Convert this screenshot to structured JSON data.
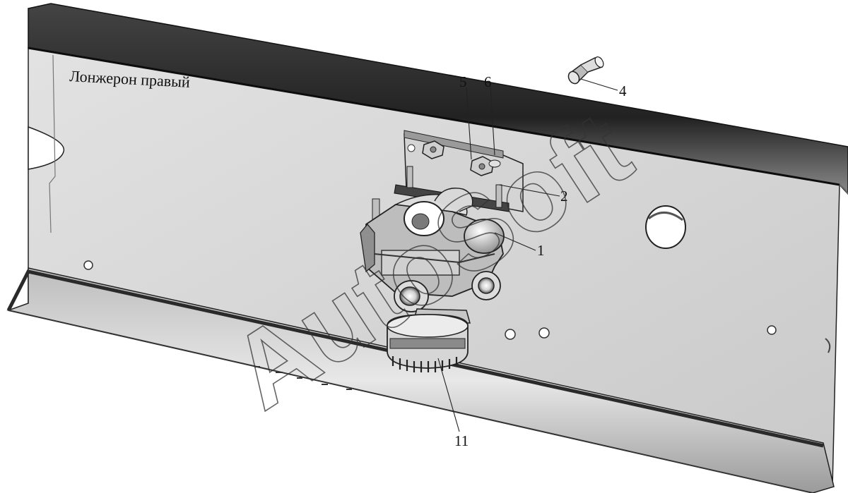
{
  "diagram": {
    "title": "Лонжерон правый",
    "callouts": [
      {
        "id": "c1",
        "label": "1"
      },
      {
        "id": "c2",
        "label": "2"
      },
      {
        "id": "c4",
        "label": "4"
      },
      {
        "id": "c5",
        "label": "5"
      },
      {
        "id": "c6",
        "label": "6"
      },
      {
        "id": "c11",
        "label": "11"
      }
    ]
  },
  "watermark": {
    "text": "AutoSoft"
  },
  "colors": {
    "face": "#d9d9d9",
    "flange_top": "#2f2f2f",
    "flange_bottom": "#2a2a2a",
    "metal_light": "#c8c8c8",
    "metal_dark": "#555555",
    "outline": "#222222"
  }
}
